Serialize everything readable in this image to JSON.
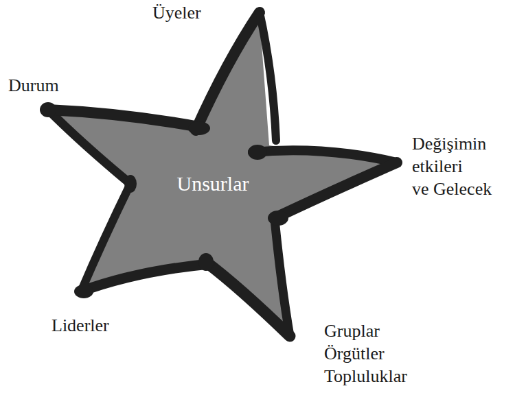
{
  "diagram": {
    "nodes": [
      {
        "text": [
          "Unsurlar"
        ]
      }
    ],
    "labels": [
      "Üyeler",
      "Durum",
      "Değişimin etkileri ve Gelecek",
      "Liderler",
      "Gruplar Örgütler Topluluklar"
    ]
  }
}
